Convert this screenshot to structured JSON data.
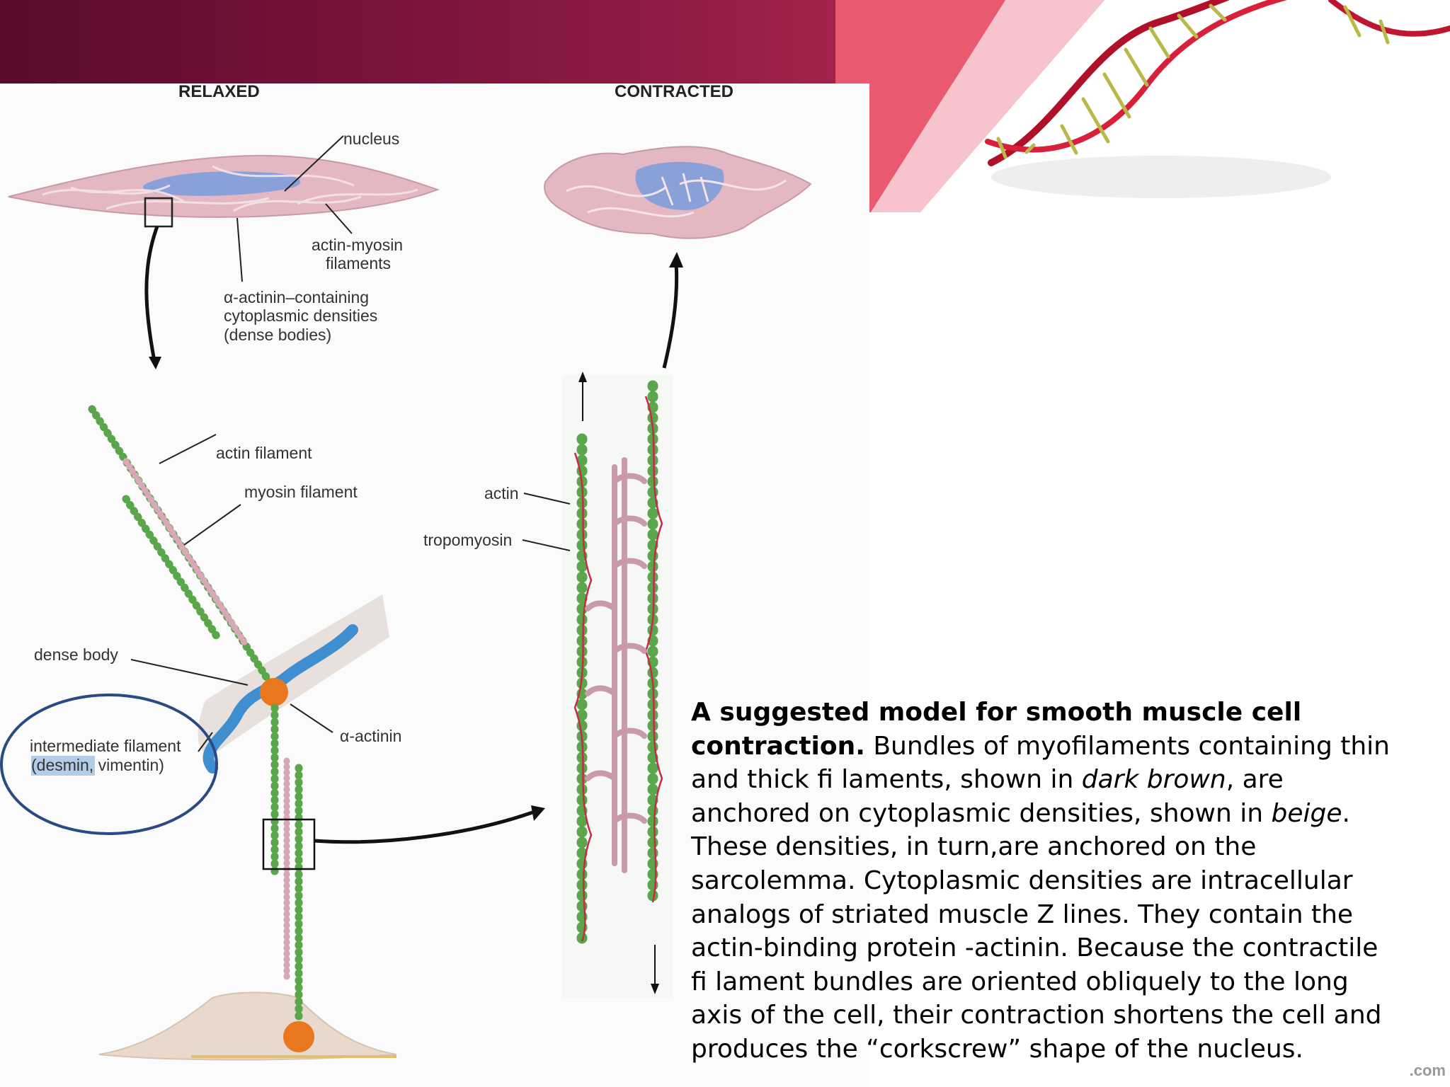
{
  "slide": {
    "footer_mark": ".com"
  },
  "figure": {
    "relaxed_label": "RELAXED",
    "contracted_label": "CONTRACTED",
    "nucleus_label": "nucleus",
    "actin_myosin_line1": "actin-myosin",
    "actin_myosin_line2": "filaments",
    "alpha_actinin_line1": "α-actinin–containing",
    "alpha_actinin_line2": "cytoplasmic densities",
    "alpha_actinin_line3": "(dense bodies)",
    "actin_filament_label": "actin filament",
    "myosin_filament_label": "myosin filament",
    "dense_body_label": "dense body",
    "intermediate_line1": "intermediate filament",
    "intermediate_desmin": "(desmin,",
    "intermediate_vimentin": " vimentin)",
    "alpha_actinin_short": "α-actinin",
    "actin_label": "actin",
    "tropomyosin_label": "tropomyosin"
  },
  "caption": {
    "bold": "A suggested model for smooth muscle cell contraction.",
    "part1": " Bundles of myofilaments containing thin and thick fi laments, shown in ",
    "italic1": "dark brown",
    "part2": ", are anchored on cytoplasmic densities, shown in ",
    "italic2": "beige",
    "part3": ". These densities, in turn,are anchored on the sarcolemma. Cytoplasmic densities are intracellular analogs of striated muscle Z lines. They contain the actin-binding protein -actinin. Because the contractile fi lament bundles are oriented obliquely to the long axis of the cell, their contraction shortens the cell and produces the “corkscrew” shape of the nucleus."
  },
  "colors": {
    "banner_dark": "#5a0a2e",
    "banner_mid": "#a3214a",
    "banner_accent": "#f0506a",
    "actin_green": "#5aa64b",
    "myosin_pink": "#d9a8b6",
    "ellipse_blue": "#2a4a86",
    "nucleus_blue": "#8aa0d8",
    "cell_pink": "#e3b8c2",
    "dense_orange": "#e8771e",
    "filament_blue": "#3f8fd0"
  }
}
